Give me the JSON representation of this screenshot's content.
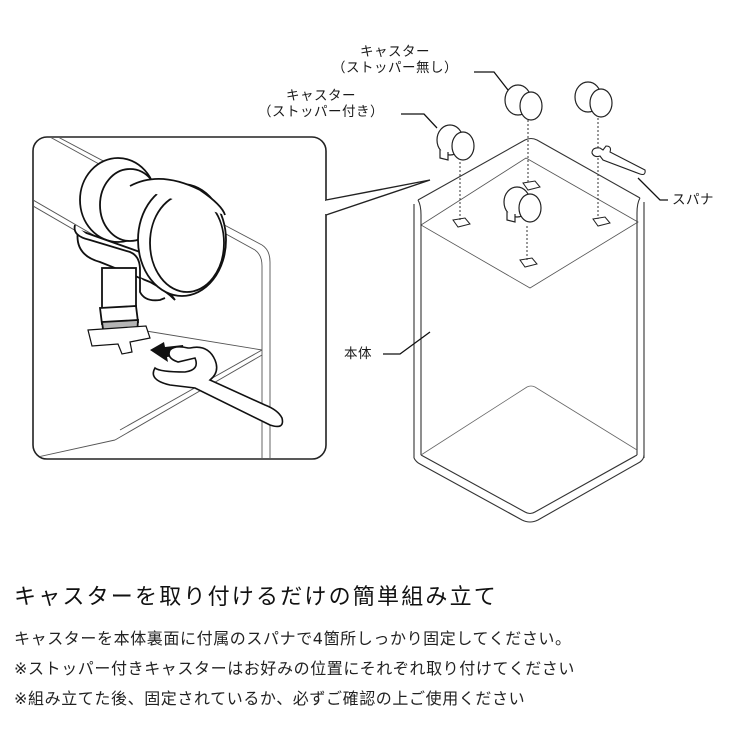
{
  "illustration": {
    "labels": {
      "caster_no_stopper_line1": "キャスター",
      "caster_no_stopper_line2": "（ストッパー無し）",
      "caster_with_stopper_line1": "キャスター",
      "caster_with_stopper_line2": "（ストッパー付き）",
      "wrench": "スパナ",
      "body": "本体"
    },
    "colors": {
      "line": "#222222",
      "light_line": "#777777",
      "nut_fill": "#b5b5b5",
      "arrow": "#111111"
    }
  },
  "caption": {
    "title": "キャスターを取り付けるだけの簡単組み立て",
    "lines": [
      "キャスターを本体裏面に付属のスパナで4箇所しっかり固定してください。",
      "※ストッパー付きキャスターはお好みの位置にそれぞれ取り付けてください",
      "※組み立てた後、固定されているか、必ずご確認の上ご使用ください"
    ]
  }
}
